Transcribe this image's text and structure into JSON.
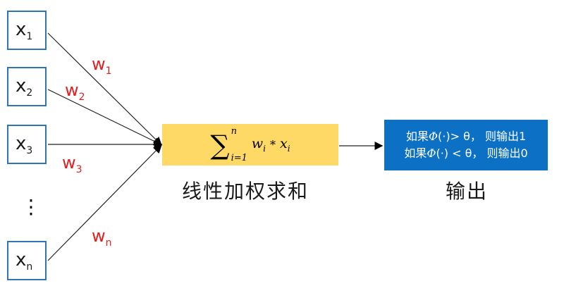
{
  "inputs": [
    {
      "base": "x",
      "sub": "1"
    },
    {
      "base": "x",
      "sub": "2"
    },
    {
      "base": "x",
      "sub": "3"
    },
    {
      "base": "x",
      "sub": "n"
    }
  ],
  "ellipsis": "⋮",
  "weights": [
    {
      "base": "w",
      "sub": "1"
    },
    {
      "base": "w",
      "sub": "2"
    },
    {
      "base": "w",
      "sub": "3"
    },
    {
      "base": "w",
      "sub": "n"
    }
  ],
  "sum": {
    "sigma": "∑",
    "upper": "n",
    "lower": "i=1",
    "w": "w",
    "w_sub": "i",
    "op": "*",
    "x": "x",
    "x_sub": "i",
    "caption": "线性加权求和"
  },
  "output": {
    "line1_prefix": "如果",
    "line1_phi": "Φ",
    "line1_rest": "(·)> θ， 则输出1",
    "line2_prefix": "如果",
    "line2_phi": "Φ",
    "line2_rest": "(·) < θ， 则输出0",
    "caption": "输出"
  },
  "colors": {
    "input_border": "#2e75b6",
    "weight_text": "#e02020",
    "sum_fill": "#ffd966",
    "output_fill": "#0c70c4"
  }
}
